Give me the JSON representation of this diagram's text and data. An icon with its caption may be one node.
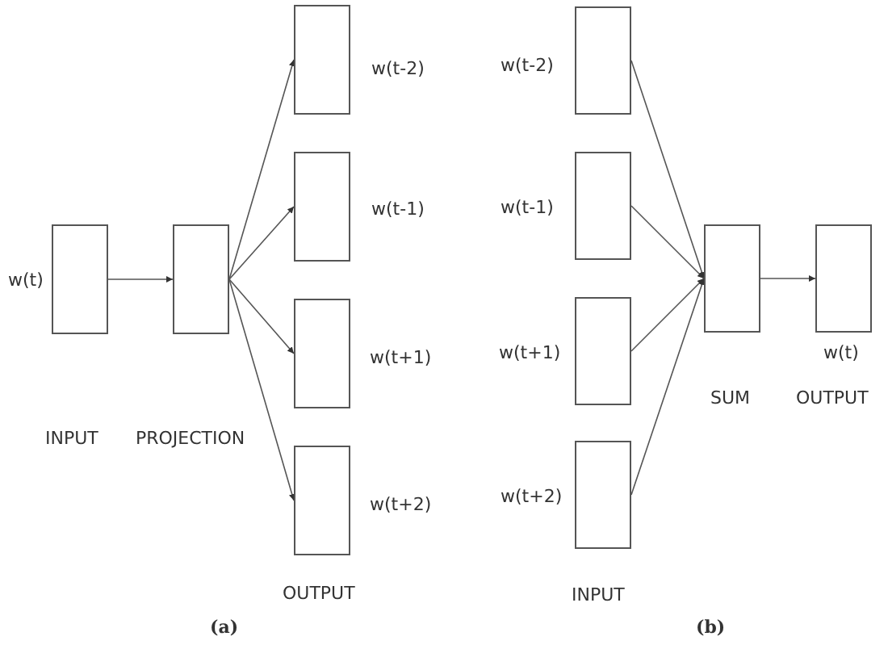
{
  "diagram": {
    "nodes": [
      {
        "text": [],
        "shape": "box",
        "beside": [
          "w(t)"
        ]
      },
      {
        "text": [],
        "shape": "box"
      },
      {
        "text": [],
        "shape": "box",
        "beside": [
          "w(t-2)"
        ]
      },
      {
        "text": [],
        "shape": "box",
        "beside": [
          "w(t-1)"
        ]
      },
      {
        "text": [],
        "shape": "box",
        "beside": [
          "w(t+1)"
        ]
      },
      {
        "text": [],
        "shape": "box",
        "beside": [
          "w(t+2)"
        ]
      },
      {
        "text": [],
        "shape": "box",
        "beside": [
          "w(t-2)"
        ]
      },
      {
        "text": [],
        "shape": "box",
        "beside": [
          "w(t-1)"
        ]
      },
      {
        "text": [],
        "shape": "box",
        "beside": [
          "w(t+1)"
        ]
      },
      {
        "text": [],
        "shape": "box",
        "beside": [
          "w(t+2)"
        ]
      },
      {
        "text": [],
        "shape": "box",
        "beside": [
          "SUM"
        ]
      },
      {
        "text": [],
        "shape": "box",
        "beside": [
          "w(t)",
          "OUTPUT"
        ]
      }
    ],
    "edges": [
      {
        "from": 0,
        "to": 1,
        "arrow": "to"
      },
      {
        "from": 1,
        "to": 2,
        "arrow": "to"
      },
      {
        "from": 1,
        "to": 3,
        "arrow": "to"
      },
      {
        "from": 1,
        "to": 4,
        "arrow": "to"
      },
      {
        "from": 1,
        "to": 5,
        "arrow": "to"
      },
      {
        "from": 6,
        "to": 10,
        "arrow": "to"
      },
      {
        "from": 7,
        "to": 10,
        "arrow": "to"
      },
      {
        "from": 8,
        "to": 10,
        "arrow": "to"
      },
      {
        "from": 9,
        "to": 10,
        "arrow": "to"
      },
      {
        "from": 10,
        "to": 11,
        "arrow": "to"
      }
    ],
    "labels": [
      "INPUT",
      "PROJECTION",
      "OUTPUT",
      "(a)",
      "INPUT",
      "(b)"
    ]
  }
}
